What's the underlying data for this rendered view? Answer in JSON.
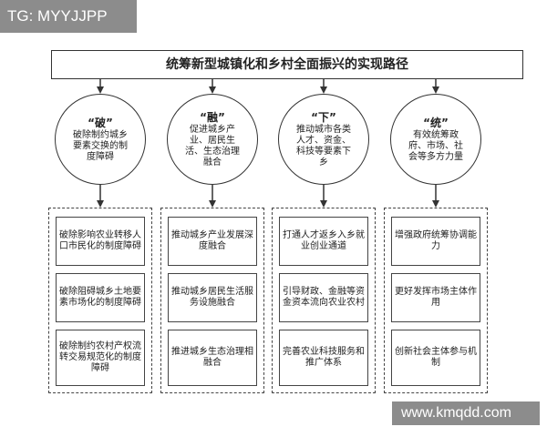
{
  "watermarks": {
    "top_left": "TG: MYYJJPP",
    "bottom_right": "www.kmqdd.com"
  },
  "title": "统筹新型城镇化和乡村全面振兴的实现路径",
  "columns": [
    {
      "heading": "“破”",
      "summary": "破除制约城乡要素交换的制度障碍",
      "items": [
        "破除影响农业转移人口市民化的制度障碍",
        "破除阻碍城乡土地要素市场化的制度障碍",
        "破除制约农村产权流转交易规范化的制度障碍"
      ]
    },
    {
      "heading": "“融”",
      "summary": "促进城乡产业、居民生活、生态治理融合",
      "items": [
        "推动城乡产业发展深度融合",
        "推动城乡居民生活服务设施融合",
        "推进城乡生态治理相融合"
      ]
    },
    {
      "heading": "“下”",
      "summary": "推动城市各类人才、资金、科技等要素下乡",
      "items": [
        "打通人才返乡入乡就业创业通道",
        "引导财政、金融等资金资本流向农业农村",
        "完善农业科技服务和推广体系"
      ]
    },
    {
      "heading": "“统”",
      "summary": "有效统筹政府、市场、社会等多方力量",
      "items": [
        "增强政府统筹协调能力",
        "更好发挥市场主体作用",
        "创新社会主体参与机制"
      ]
    }
  ]
}
